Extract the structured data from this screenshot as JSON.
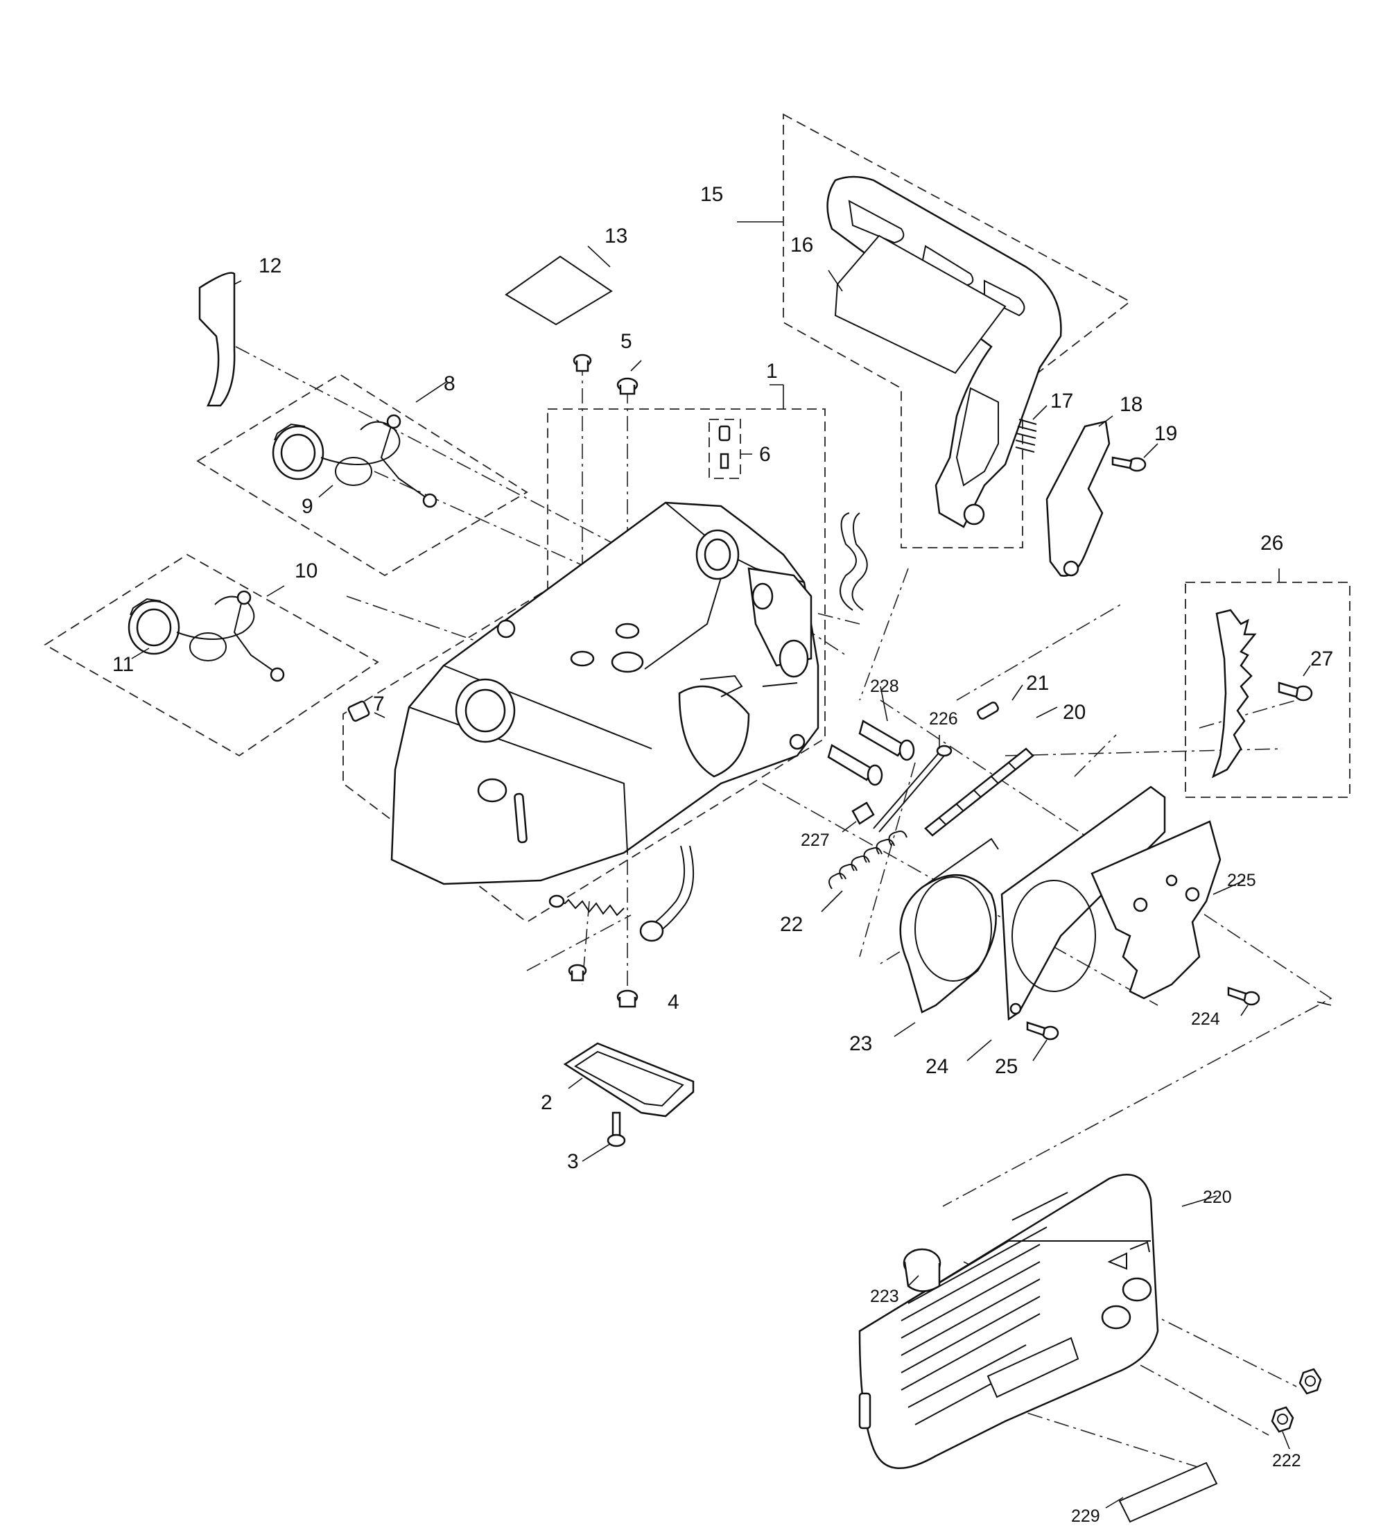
{
  "labels": {
    "l1": "1",
    "l2": "2",
    "l3": "3",
    "l4": "4",
    "l5": "5",
    "l6": "6",
    "l7": "7",
    "l8": "8",
    "l9": "9",
    "l10": "10",
    "l11": "11",
    "l12": "12",
    "l13": "13",
    "l15": "15",
    "l16": "16",
    "l17": "17",
    "l18": "18",
    "l19": "19",
    "l20": "20",
    "l21": "21",
    "l22": "22",
    "l23": "23",
    "l24": "24",
    "l25": "25",
    "l26": "26",
    "l27": "27",
    "l220": "220",
    "l222": "222",
    "l223": "223",
    "l224": "224",
    "l225": "225",
    "l226": "226",
    "l227": "227",
    "l228": "228",
    "l229": "229"
  }
}
